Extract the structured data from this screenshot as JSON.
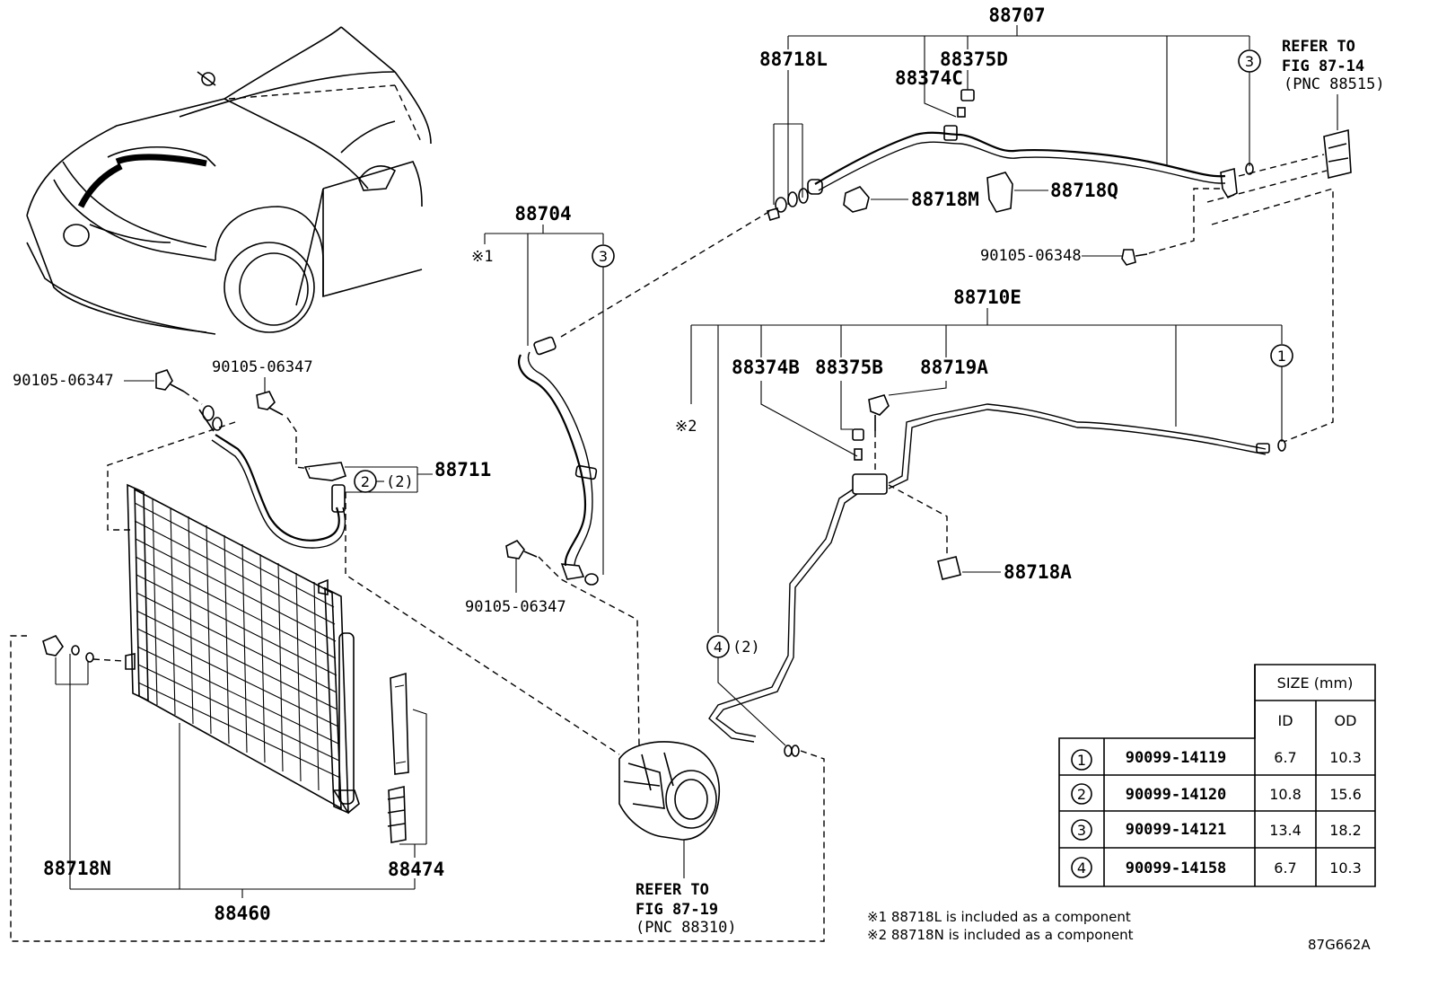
{
  "diagram": {
    "code": "87G662A",
    "parts": {
      "p88707": "88707",
      "p88718L": "88718L",
      "p88375D": "88375D",
      "p88374C": "88374C",
      "p88718M": "88718M",
      "p88718Q": "88718Q",
      "p90105_06348": "90105-06348",
      "p88704": "88704",
      "p88710E": "88710E",
      "p88374B": "88374B",
      "p88375B": "88375B",
      "p88719A": "88719A",
      "p88718A": "88718A",
      "p90105_06347_a": "90105-06347",
      "p90105_06347_b": "90105-06347",
      "p90105_06347_c": "90105-06347",
      "p88711": "88711",
      "p88718N": "88718N",
      "p88474": "88474",
      "p88460": "88460"
    },
    "refer_top": [
      "REFER TO",
      "FIG 87-14",
      "(PNC 88515)"
    ],
    "refer_bottom": [
      "REFER TO",
      "FIG 87-19",
      "(PNC 88310)"
    ],
    "marks": {
      "k1": "※1",
      "k2": "※2",
      "c1": "1",
      "c2": "2",
      "c3": "3",
      "c4": "4",
      "qty2": "(2)"
    },
    "notes": [
      "※1 88718L is included as a component",
      "※2 88718N is included as a component"
    ],
    "size_table": {
      "header": "SIZE (mm)",
      "col_id": "ID",
      "col_od": "OD",
      "rows": [
        {
          "no": "1",
          "part": "90099-14119",
          "id": "6.7",
          "od": "10.3"
        },
        {
          "no": "2",
          "part": "90099-14120",
          "id": "10.8",
          "od": "15.6"
        },
        {
          "no": "3",
          "part": "90099-14121",
          "id": "13.4",
          "od": "18.2"
        },
        {
          "no": "4",
          "part": "90099-14158",
          "id": "6.7",
          "od": "10.3"
        }
      ]
    }
  }
}
